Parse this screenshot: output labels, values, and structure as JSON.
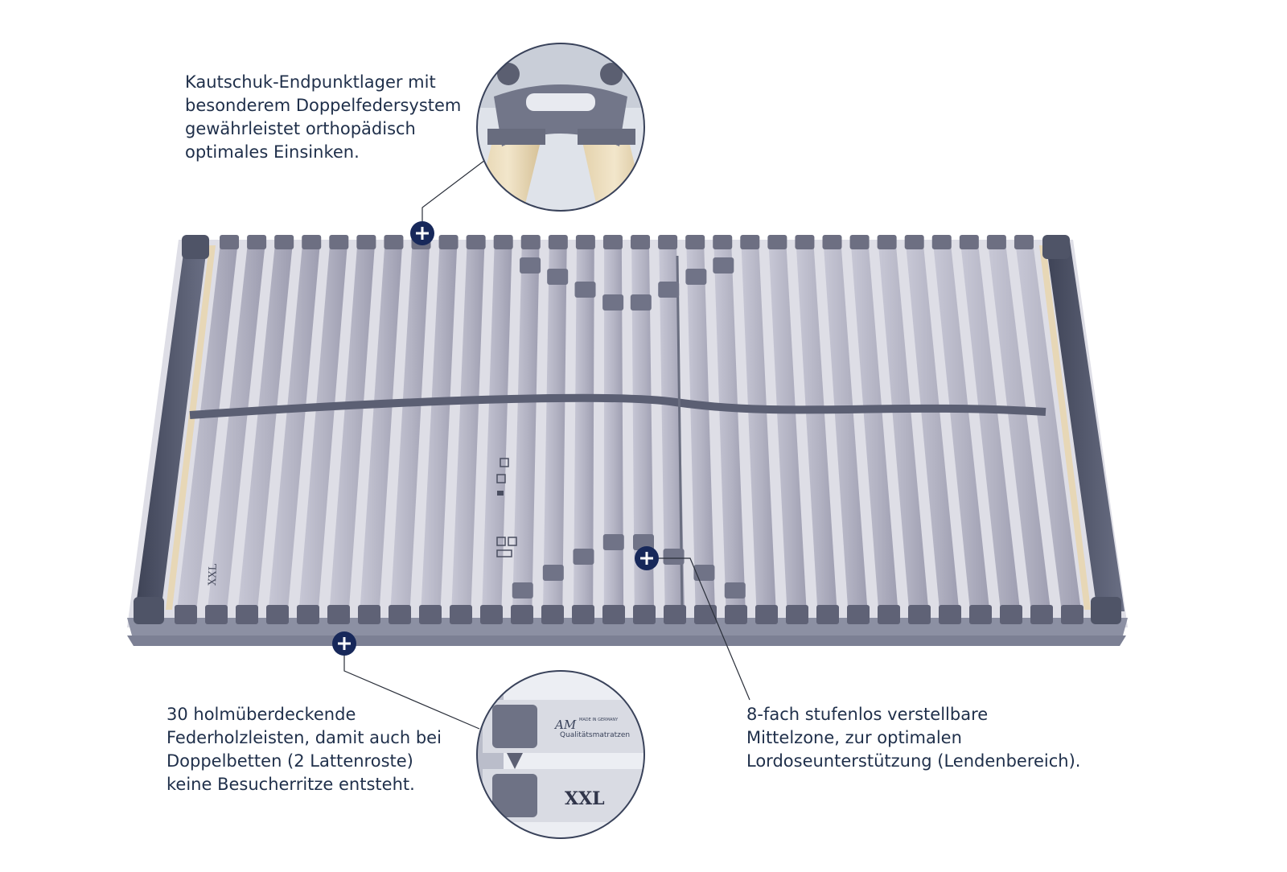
{
  "annotations": {
    "top": "Kautschuk-Endpunktlager mit\nbesonderem Doppelfedersystem\ngewährleistet orthopädisch\noptimales Einsinken.",
    "bottom_left": "30 holmüberdeckende\nFederholzleisten, damit auch bei\nDoppelbetten (2 Lattenroste)\nkeine Besucherritze entsteht.",
    "bottom_right": "8-fach stufenlos verstellbare\nMittelzone, zur optimalen\nLordoseunterstützung (Lendenbereich)."
  },
  "product": {
    "slat_count": 30,
    "label_text": "XXL",
    "brand_line_1": "AM",
    "brand_line_2": "MADE IN GERMANY",
    "brand_line_3": "Qualitätsmatratzen"
  },
  "colors": {
    "caption": "#1f2f4a",
    "marker": "#17285a",
    "frame_dark": "#54596d",
    "slat": "#b9b9c8",
    "cap": "#6d6f82",
    "leader": "#2a2f3a"
  },
  "icons": {
    "marker": "plus-marker-icon"
  }
}
